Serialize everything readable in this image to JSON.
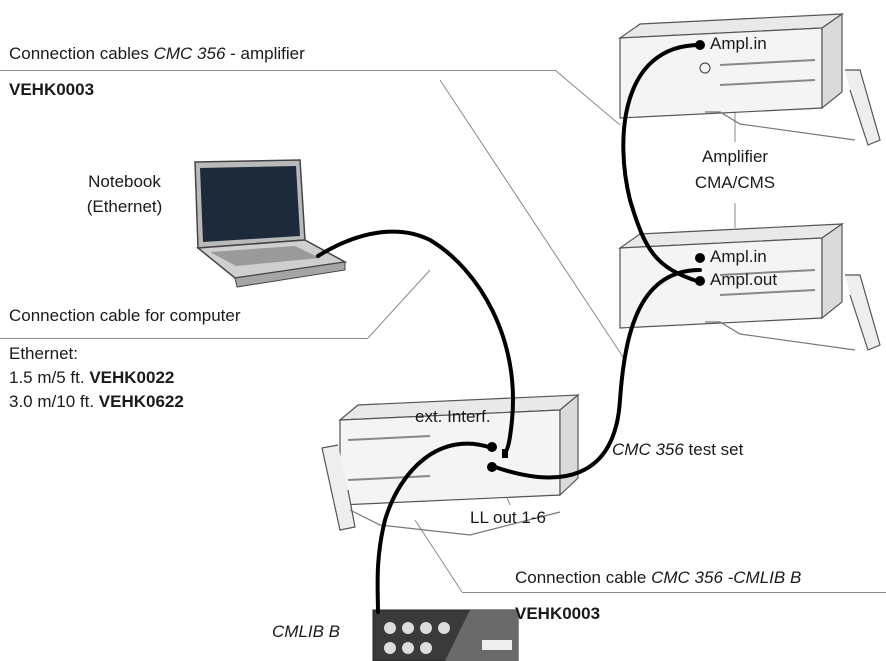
{
  "labels": {
    "amp_cables_prefix": "Connection cables ",
    "amp_cables_model": "CMC 356",
    "amp_cables_suffix": " - amplifier",
    "amp_cables_code": "VEHK0003",
    "notebook_line1": "Notebook",
    "notebook_line2": "(Ethernet)",
    "computer_cable": "Connection cable for computer",
    "ethernet_title": "Ethernet:",
    "eth_line1_prefix": "1.5 m/5 ft. ",
    "eth_line1_code": "VEHK0022",
    "eth_line2_prefix": "3.0 m/10 ft. ",
    "eth_line2_code": "VEHK0622",
    "ext_interf": "ext. Interf.",
    "ll_out": "LL out 1-6",
    "test_set_model": "CMC 356",
    "test_set_suffix": " test set",
    "cmlib_cable_prefix": "Connection cable ",
    "cmlib_cable_model": "CMC 356 -CMLIB B",
    "cmlib_cable_code": "VEHK0003",
    "cmlib_b": "CMLIB B",
    "amplifier_line1": "Amplifier",
    "amplifier_line2": "CMA/CMS",
    "ampl_in_top": "Ampl.in",
    "ampl_in_bottom": "Ampl.in",
    "ampl_out": "Ampl.out"
  },
  "colors": {
    "cable": "#000000",
    "device_body": "#f4f4f4",
    "device_outline": "#555555",
    "leader_line": "#8a8a8a",
    "screen": "#1c2a3a"
  }
}
